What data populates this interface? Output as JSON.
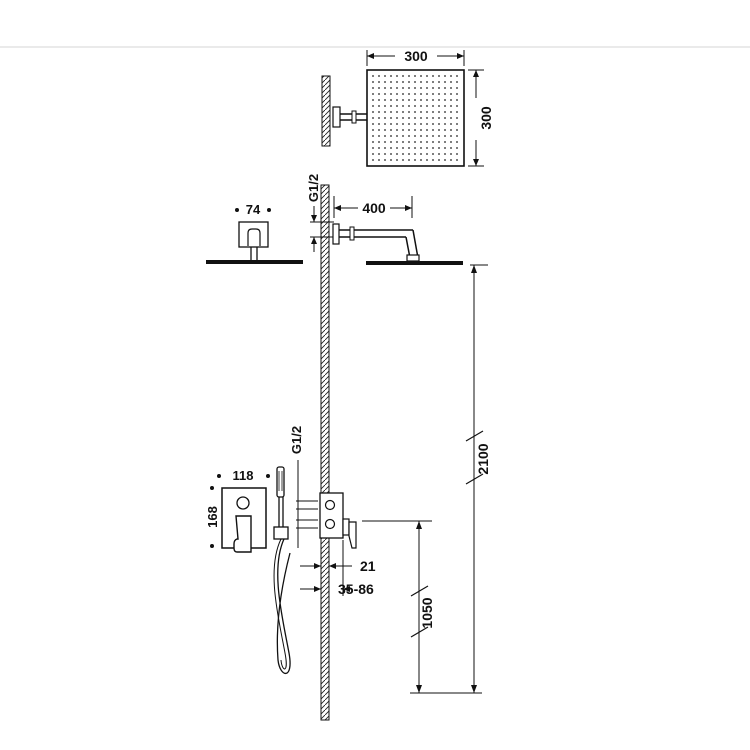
{
  "dimensions": {
    "head_width": "300",
    "head_depth": "300",
    "arm_length": "400",
    "inlet_thread_top": "G1/2",
    "arm_flange_width": "74",
    "plate_width": "118",
    "plate_height": "168",
    "inlet_thread_bottom": "G1/2",
    "wall_offset": "21",
    "embed_depth": "35-86",
    "valve_height": "1050",
    "head_height": "2100"
  }
}
